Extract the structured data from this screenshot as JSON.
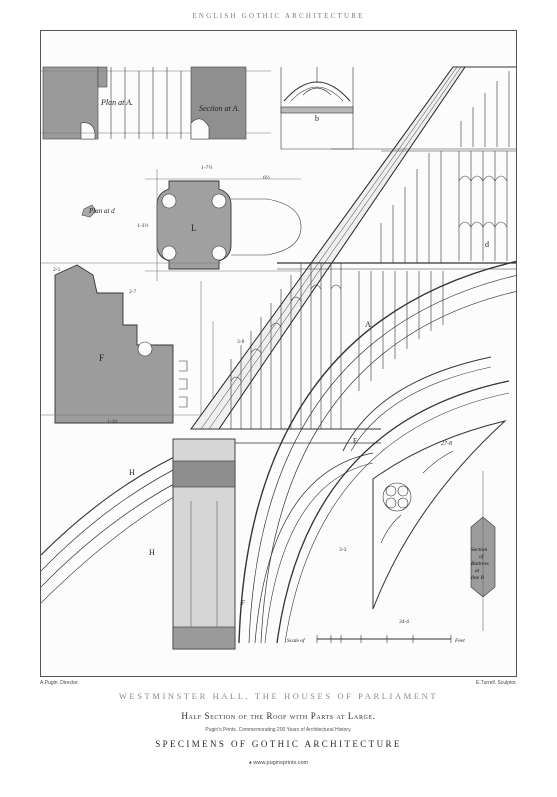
{
  "header": {
    "title": "ENGLISH GOTHIC ARCHITECTURE"
  },
  "plate": {
    "labels": {
      "plan_a": "Plan at A.",
      "section_a": "Section at A.",
      "plan_d": "Plan at d",
      "label_b": "b",
      "label_l": "L",
      "label_f": "F",
      "label_h1": "H",
      "label_h2": "H",
      "label_a": "A",
      "label_e": "E",
      "label_d": "d",
      "label_g": "F",
      "section_buttress": "Section of Buttress at line B",
      "scale": "Scale of",
      "scale_unit": "Feet",
      "dim_1": "1-7½",
      "dim_2": "3-8",
      "dim_3": "6½",
      "dim_4": "2-1",
      "dim_5": "1-3½",
      "dim_6": "1-10",
      "dim_7": "27-8",
      "dim_8": "34-6",
      "dim_9": "3-3",
      "dim_10": "2-7"
    }
  },
  "credits": {
    "left": "A.Pugin. Director.",
    "right": "E.Turrell. Sculptor."
  },
  "titles": {
    "hall": "WESTMINSTER HALL, THE HOUSES OF PARLIAMENT",
    "subtitle": "Half Section of the Roof with Parts at Large.",
    "tagline": "Pugin's Prints. Commemorating 200 Years of Architectural History.",
    "specimens": "SPECIMENS OF GOTHIC ARCHITECTURE",
    "url": "www.puginsprints.com"
  }
}
